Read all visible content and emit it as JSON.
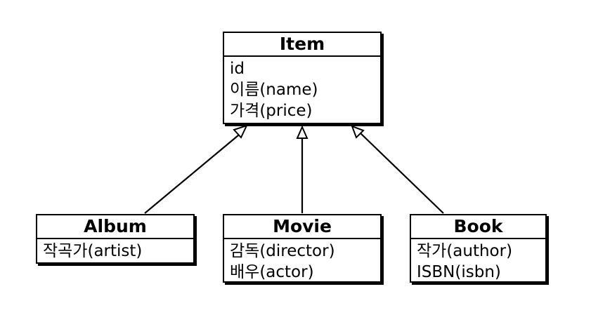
{
  "classes": {
    "item": {
      "name": "Item",
      "attributes": [
        "id",
        "이름(name)",
        "가격(price)"
      ]
    },
    "album": {
      "name": "Album",
      "attributes": [
        "작곡가(artist)"
      ]
    },
    "movie": {
      "name": "Movie",
      "attributes": [
        "감독(director)",
        "배우(actor)"
      ]
    },
    "book": {
      "name": "Book",
      "attributes": [
        "작가(author)",
        "ISBN(isbn)"
      ]
    }
  },
  "relations": [
    {
      "type": "generalization",
      "from": "album",
      "to": "item"
    },
    {
      "type": "generalization",
      "from": "movie",
      "to": "item"
    },
    {
      "type": "generalization",
      "from": "book",
      "to": "item"
    }
  ]
}
